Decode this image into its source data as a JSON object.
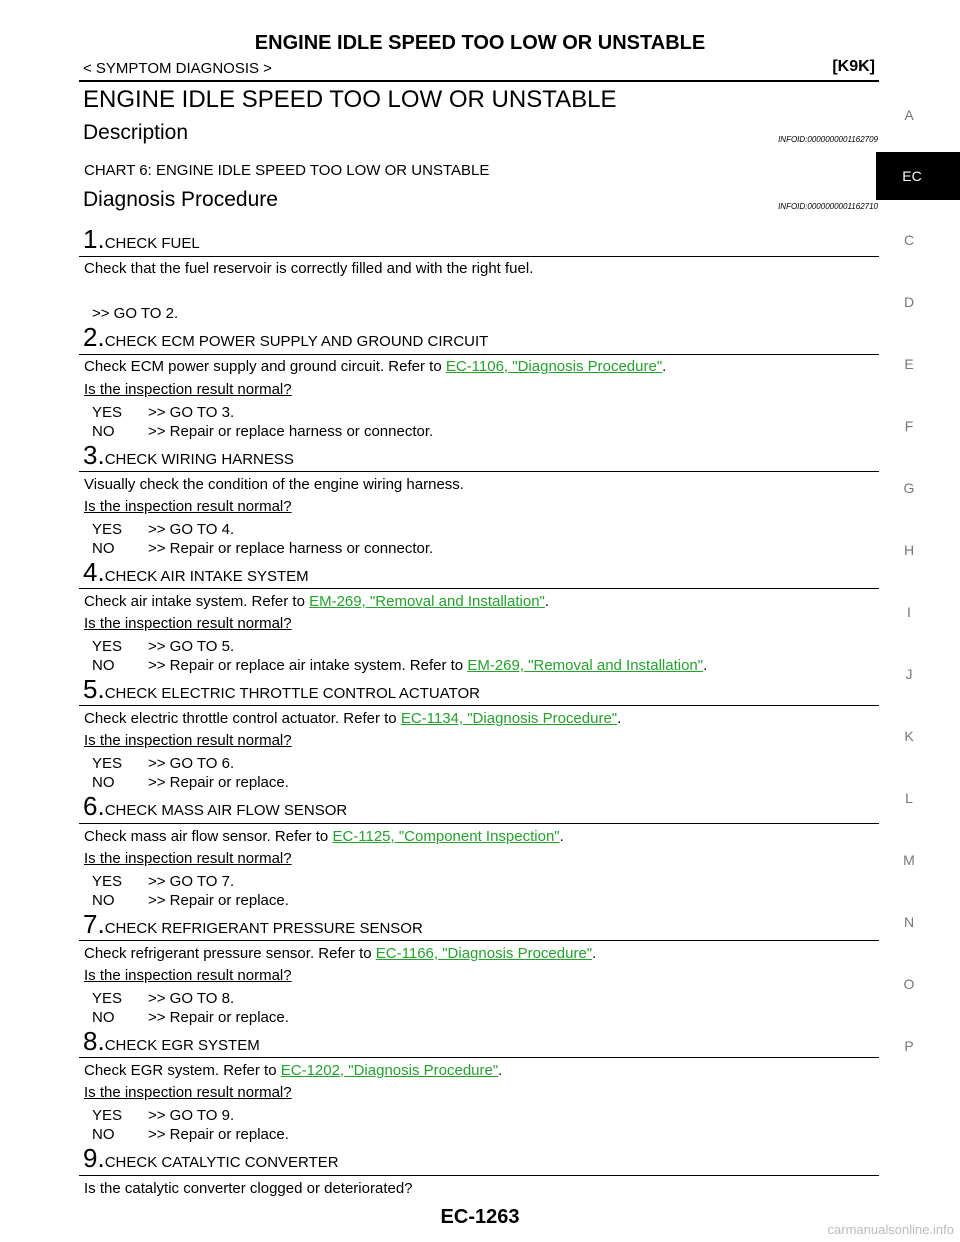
{
  "header": {
    "title": "ENGINE IDLE SPEED TOO LOW OR UNSTABLE",
    "breadcrumb": "< SYMPTOM DIAGNOSIS >",
    "model_code": "[K9K]"
  },
  "page_title": "ENGINE IDLE SPEED TOO LOW OR UNSTABLE",
  "description": {
    "title": "Description",
    "infoid": "INFOID:0000000001162709",
    "text": "CHART 6: ENGINE IDLE SPEED TOO LOW OR UNSTABLE"
  },
  "diagnosis": {
    "title": "Diagnosis Procedure",
    "infoid": "INFOID:0000000001162710"
  },
  "question": "Is the inspection result normal?",
  "steps": [
    {
      "num": "1.",
      "title": "CHECK FUEL",
      "text": "Check that the fuel reservoir is correctly filled and with the right fuel.",
      "goto": ">> GO TO 2."
    },
    {
      "num": "2.",
      "title": "CHECK ECM POWER SUPPLY AND GROUND CIRCUIT",
      "text": "Check ECM power supply and ground circuit. Refer to ",
      "link": "EC-1106, \"Diagnosis Procedure\"",
      "text_end": ".",
      "yes": "YES",
      "yes_text": ">> GO TO 3.",
      "no": "NO",
      "no_text": ">> Repair or replace harness or connector."
    },
    {
      "num": "3.",
      "title": "CHECK WIRING HARNESS",
      "text": "Visually check the condition of the engine wiring harness.",
      "yes": "YES",
      "yes_text": ">> GO TO 4.",
      "no": "NO",
      "no_text": ">> Repair or replace harness or connector."
    },
    {
      "num": "4.",
      "title": "CHECK AIR INTAKE SYSTEM",
      "text": "Check air intake system. Refer to ",
      "link": "EM-269, \"Removal and Installation\"",
      "text_end": ".",
      "yes": "YES",
      "yes_text": ">> GO TO 5.",
      "no": "NO",
      "no_text": ">> Repair or replace air intake system. Refer to ",
      "no_link": "EM-269, \"Removal and Installation\"",
      "no_end": "."
    },
    {
      "num": "5.",
      "title": "CHECK ELECTRIC THROTTLE CONTROL ACTUATOR",
      "text": "Check electric throttle control actuator. Refer to ",
      "link": "EC-1134, \"Diagnosis Procedure\"",
      "text_end": ".",
      "yes": "YES",
      "yes_text": ">> GO TO 6.",
      "no": "NO",
      "no_text": ">> Repair or replace."
    },
    {
      "num": "6.",
      "title": "CHECK MASS AIR FLOW SENSOR",
      "text": "Check mass air flow sensor. Refer to ",
      "link": "EC-1125, \"Component Inspection\"",
      "text_end": ".",
      "yes": "YES",
      "yes_text": ">> GO TO 7.",
      "no": "NO",
      "no_text": ">> Repair or replace."
    },
    {
      "num": "7.",
      "title": "CHECK REFRIGERANT PRESSURE SENSOR",
      "text": "Check refrigerant pressure sensor. Refer to ",
      "link": "EC-1166, \"Diagnosis Procedure\"",
      "text_end": ".",
      "yes": "YES",
      "yes_text": ">> GO TO 8.",
      "no": "NO",
      "no_text": ">> Repair or replace."
    },
    {
      "num": "8.",
      "title": "CHECK EGR SYSTEM",
      "text": "Check EGR system. Refer to ",
      "link": "EC-1202, \"Diagnosis Procedure\"",
      "text_end": ".",
      "yes": "YES",
      "yes_text": ">> GO TO 9.",
      "no": "NO",
      "no_text": ">> Repair or replace."
    },
    {
      "num": "9.",
      "title": "CHECK CATALYTIC CONVERTER",
      "text": "Is the catalytic converter clogged or deteriorated?"
    }
  ],
  "sidebar": {
    "letters": [
      "A",
      "EC",
      "C",
      "D",
      "E",
      "F",
      "G",
      "H",
      "I",
      "J",
      "K",
      "L",
      "M",
      "N",
      "O",
      "P"
    ],
    "active": "EC"
  },
  "footer": {
    "page_number": "EC-1263",
    "watermark": "carmanualsonline.info"
  }
}
